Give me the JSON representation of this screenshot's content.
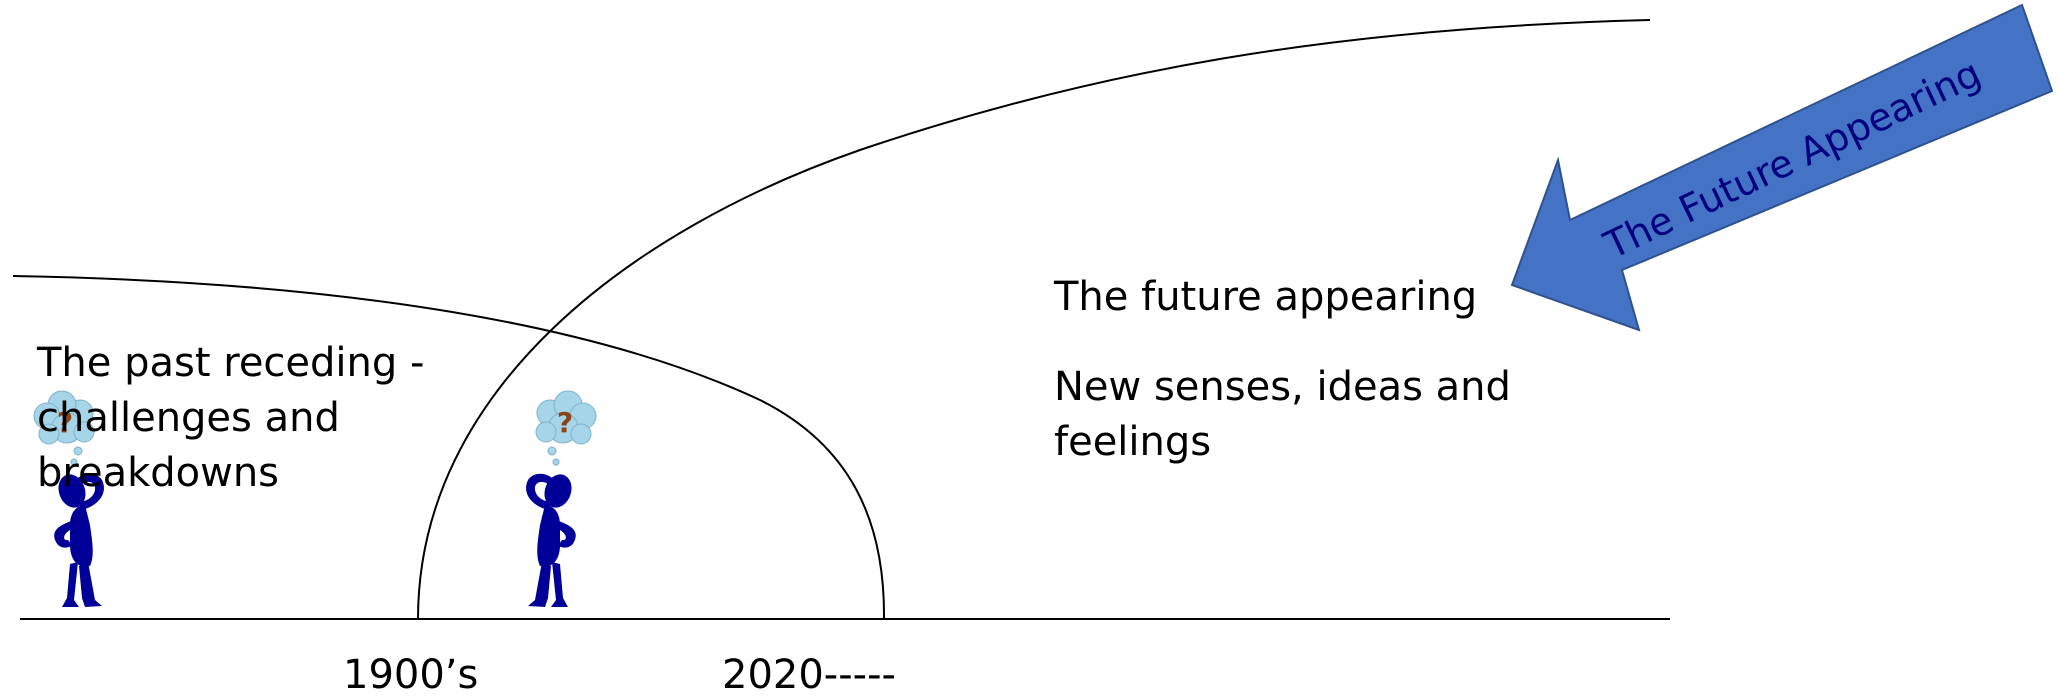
{
  "labels": {
    "past": "The past receding  -\nchallenges and\nbreakdowns",
    "future": "The future appearing",
    "senses": "New senses, ideas and feelings"
  },
  "timeline": {
    "start": "1900’s",
    "end": "2020-----"
  },
  "arrow": {
    "text": "The Future Appearing",
    "fill": "#4472C4",
    "stroke": "#2F528F",
    "text_color": "#000080"
  },
  "figures": {
    "body_color": "#000099",
    "cloud_color": "#A6D4E8",
    "icon_names": [
      "thinking-person-icon",
      "question-cloud-icon"
    ]
  }
}
